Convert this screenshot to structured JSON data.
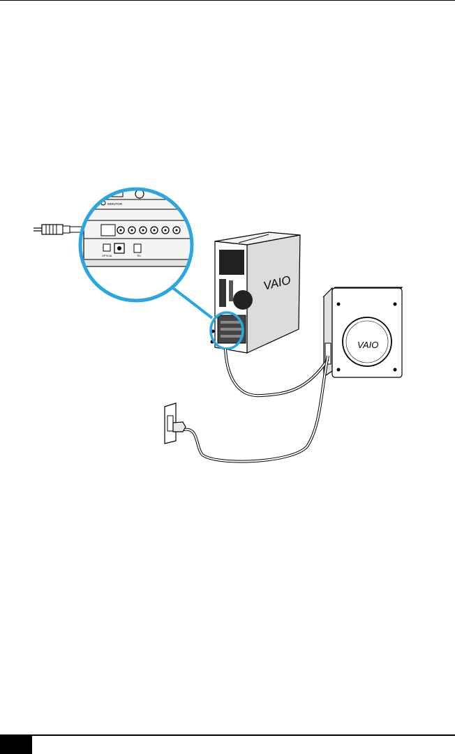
{
  "figure": {
    "logo_text": "VAIO",
    "panel_labels": [
      "MONITOR",
      "OPTICAL",
      "TEL"
    ]
  }
}
